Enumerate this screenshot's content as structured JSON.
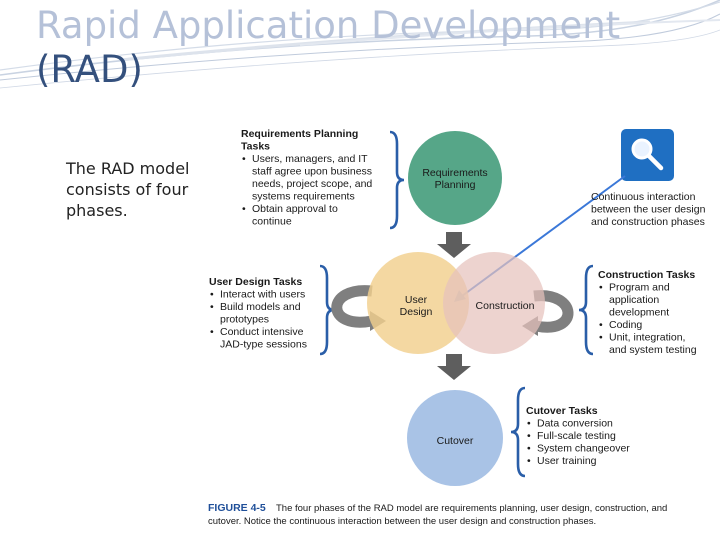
{
  "slide": {
    "title_line1": "Rapid Application Development",
    "title_line2": "(RAD)",
    "bullet_mark": "",
    "bullet_text": "The RAD model consists of four phases."
  },
  "diagram": {
    "phases": {
      "requirements": [
        "Requirements",
        "Planning"
      ],
      "user_design": [
        "User",
        "Design"
      ],
      "construction": "Construction",
      "cutover": "Cutover"
    },
    "task_boxes": {
      "requirements": {
        "heading": [
          "Requirements Planning",
          "Tasks"
        ],
        "items": [
          [
            "Users, managers, and IT",
            "staff agree upon business",
            "needs, project scope, and",
            "systems requirements"
          ],
          [
            "Obtain approval to",
            "continue"
          ]
        ]
      },
      "user_design": {
        "heading": [
          "User Design Tasks"
        ],
        "items": [
          [
            "Interact with users"
          ],
          [
            "Build models and",
            "prototypes"
          ],
          [
            "Conduct intensive",
            "JAD-type sessions"
          ]
        ]
      },
      "construction": {
        "heading": [
          "Construction Tasks"
        ],
        "items": [
          [
            "Program and",
            "application",
            "development"
          ],
          [
            "Coding"
          ],
          [
            "Unit, integration,",
            "and system testing"
          ]
        ]
      },
      "cutover": {
        "heading": [
          "Cutover Tasks"
        ],
        "items": [
          [
            "Data conversion"
          ],
          [
            "Full-scale testing"
          ],
          [
            "System changeover"
          ],
          [
            "User training"
          ]
        ]
      }
    },
    "callout": [
      "Continuous interaction",
      "between the user design",
      "and construction phases"
    ],
    "caption_label": "FIGURE 4-5",
    "caption_lines": [
      "The four phases of the RAD model are requirements planning, user design, construction, and",
      "cutover. Notice the continuous interaction between the user design and construction phases."
    ],
    "colors": {
      "requirements": "#3f9a78",
      "user_design": "#f2cf8e",
      "construction": "#e6c2bd",
      "cutover": "#9dbbe3",
      "overlap": "#caa07e",
      "bracket": "#2a5ea8",
      "arrow": "#3b78d8",
      "search_icon_bg": "#1f6fc2"
    },
    "icon": "search-icon"
  }
}
